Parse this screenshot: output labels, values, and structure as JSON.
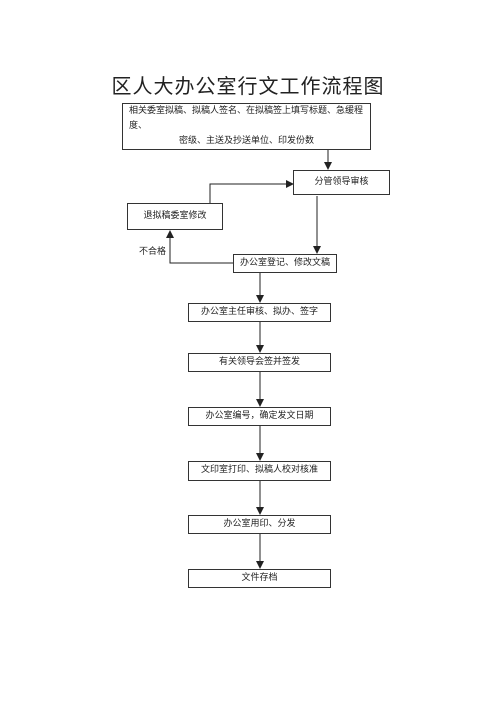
{
  "title": "区人大办公室行文工作流程图",
  "nodes": {
    "draft": {
      "line1": "相关委室拟稿、拟稿人签名、在拟稿签上填写标题、急缓程度、",
      "line2": "密级、主送及抄送单位、印发份数"
    },
    "leader_review": "分管领导审核",
    "return_revise": "退拟稿委室修改",
    "office_register": "办公室登记、修改文稿",
    "director_review": "办公室主任审核、拟办、签字",
    "leaders_sign": "有关领导会签并签发",
    "numbering": "办公室编号，确定发文日期",
    "print_proof": "文印室打印、拟稿人校对核准",
    "stamp_distribute": "办公室用印、分发",
    "archive": "文件存档"
  },
  "labels": {
    "unqualified": "不合格"
  }
}
